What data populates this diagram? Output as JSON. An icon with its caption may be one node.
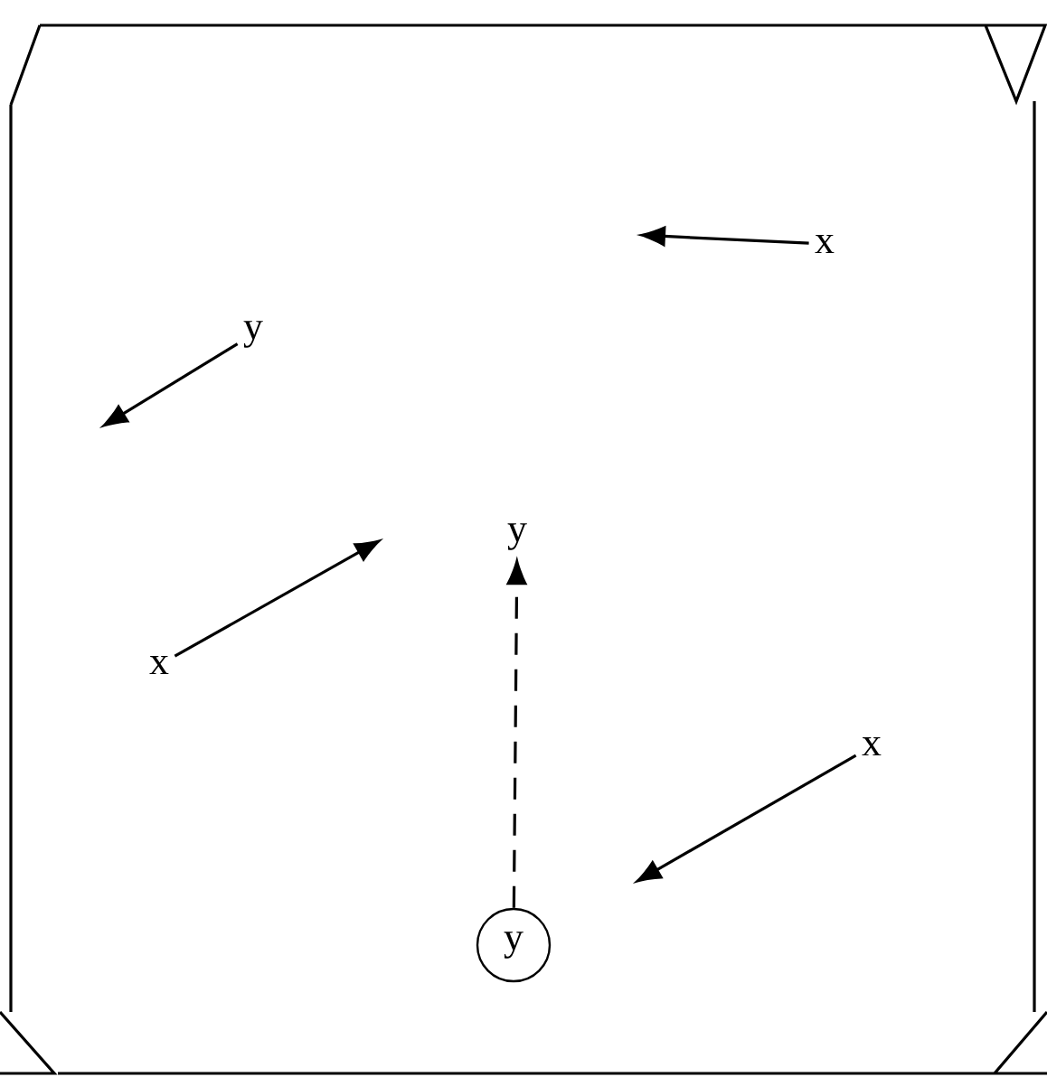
{
  "diagram": {
    "nodes": [
      {
        "text": [
          "x"
        ]
      },
      {
        "text": [
          "y"
        ]
      },
      {
        "text": [
          "x"
        ]
      },
      {
        "text": [
          "y"
        ]
      },
      {
        "text": [
          "x"
        ]
      },
      {
        "text": [
          "y"
        ]
      }
    ],
    "edges": [
      {
        "from": 0,
        "to": null,
        "arrow": "to"
      },
      {
        "from": 1,
        "to": null,
        "arrow": "to"
      },
      {
        "from": 2,
        "to": null,
        "arrow": "to"
      },
      {
        "from": 4,
        "to": null,
        "arrow": "to"
      },
      {
        "from": 5,
        "to": 3,
        "arrow": "to",
        "style": "dashed"
      }
    ]
  }
}
